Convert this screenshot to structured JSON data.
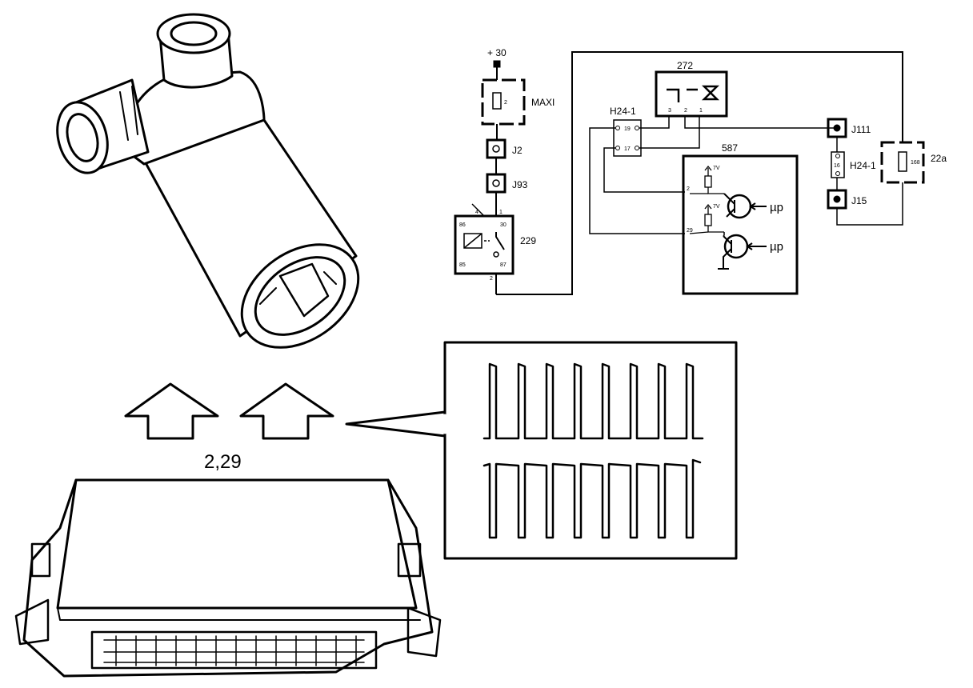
{
  "ecu_pin_label": "2,29",
  "schematic": {
    "supply_label": "+ 30",
    "maxi_fuse": {
      "label": "MAXI",
      "pin": "2"
    },
    "connectors": {
      "j2": "J2",
      "j93": "J93",
      "j111": "J111",
      "j15": "J15"
    },
    "relay": {
      "id": "229",
      "pins": [
        "4",
        "1",
        "86",
        "30",
        "85",
        "87",
        "2"
      ]
    },
    "valve": {
      "id": "272",
      "pins": [
        "3",
        "2",
        "1"
      ]
    },
    "harness_left": {
      "label": "H24-1",
      "pins": [
        "19",
        "17"
      ]
    },
    "ecu": {
      "id": "587",
      "pins": [
        "2",
        "29"
      ],
      "supply_v": "7V",
      "mp_label": "µp"
    },
    "harness_right": {
      "label": "H24-1",
      "pin": "16"
    },
    "fuse_22a": {
      "label": "22a",
      "pin": "168"
    }
  },
  "colors": {
    "ink": "#000000",
    "paper": "#ffffff"
  }
}
